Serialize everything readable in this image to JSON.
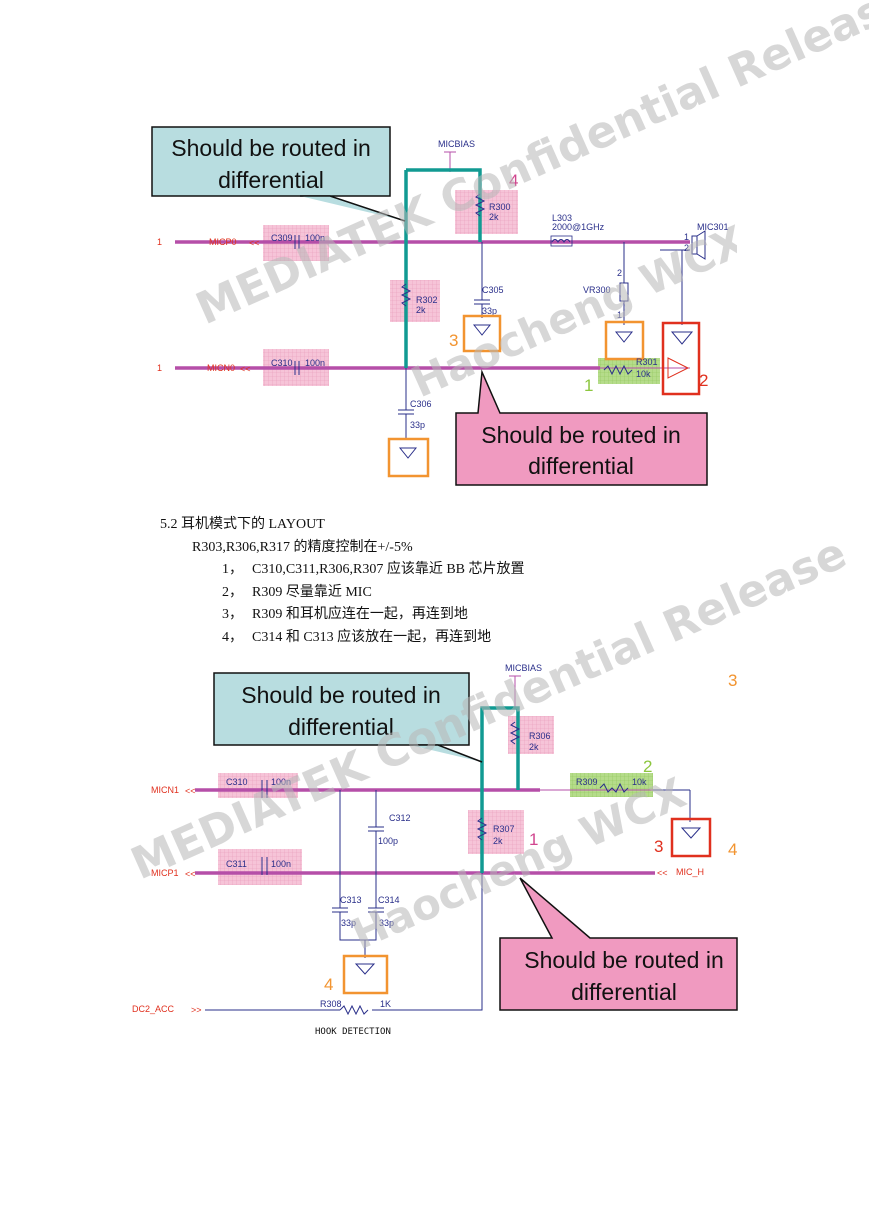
{
  "diagram1": {
    "callout_top": [
      "Should be routed in",
      "differential"
    ],
    "callout_bottom": [
      "Should be routed in",
      "differential"
    ],
    "nets": {
      "micbias": "MICBIAS",
      "micp0": "MICP0",
      "micn0": "MICN0",
      "port1": "1",
      "port2": "1"
    },
    "parts": {
      "r300": "R300",
      "r300_val": "2k",
      "l303": "L303",
      "l303_val": "2000@1GHz",
      "mic301": "MIC301",
      "pin1": "1",
      "pin2": "2",
      "c309": "C309",
      "c309_val": "100n",
      "c310": "C310",
      "c310_val": "100n",
      "r302": "R302",
      "r302_val": "2k",
      "c305": "C305",
      "c305_val": "33p",
      "vr300": "VR300",
      "vr_pin2": "2",
      "vr_pin1": "1",
      "r301": "R301",
      "r301_val": "10k",
      "c306": "C306",
      "c306_val": "33p"
    },
    "markers": {
      "m1": "1",
      "m2": "2",
      "m3": "3",
      "m4": "4"
    }
  },
  "text": {
    "heading": "5.2 耳机模式下的 LAYOUT",
    "line1": "R303,R306,R317 的精度控制在+/-5%",
    "items": [
      {
        "idx": "1，",
        "text": "C310,C311,R306,R307 应该靠近 BB 芯片放置"
      },
      {
        "idx": "2，",
        "text": "R309 尽量靠近 MIC"
      },
      {
        "idx": "3，",
        "text": "R309 和耳机应连在一起，再连到地"
      },
      {
        "idx": "4，",
        "text": "C314 和 C313 应该放在一起，再连到地"
      }
    ]
  },
  "diagram2": {
    "callout_top": [
      "Should be routed in",
      "differential"
    ],
    "callout_bottom": [
      "Should be routed in",
      "differential"
    ],
    "nets": {
      "micbias": "MICBIAS",
      "micn1": "MICN1",
      "micp1": "MICP1",
      "mic_h": "MIC_H",
      "adc2": "DC2_ACC"
    },
    "parts": {
      "r306": "R306",
      "r306_val": "2k",
      "c310": "C310",
      "c310_val": "100n",
      "c311": "C311",
      "c311_val": "100n",
      "r309": "R309",
      "r309_val": "10k",
      "c312": "C312",
      "c312_val": "100p",
      "r307": "R307",
      "r307_val": "2k",
      "c313": "C313",
      "c313_val": "33p",
      "c314": "C314",
      "c314_val": "33p",
      "r308": "R308",
      "r308_val": "1K",
      "hook": "HOOK DETECTION"
    },
    "markers": {
      "m1": "1",
      "m2": "2",
      "m3": "3",
      "m4": "4",
      "m3b": "3",
      "m4b": "4"
    }
  },
  "watermark": {
    "line1": "MEDIATEK Confidential Release",
    "line2": "Haocheng WCX"
  },
  "colors": {
    "trace": "#b54fa8",
    "diff": "#119a92",
    "callout_blue": "#b8dde0",
    "callout_pink": "#f09ac0",
    "orange": "#f29430",
    "red": "#e0301e",
    "green": "#8cc63e"
  }
}
